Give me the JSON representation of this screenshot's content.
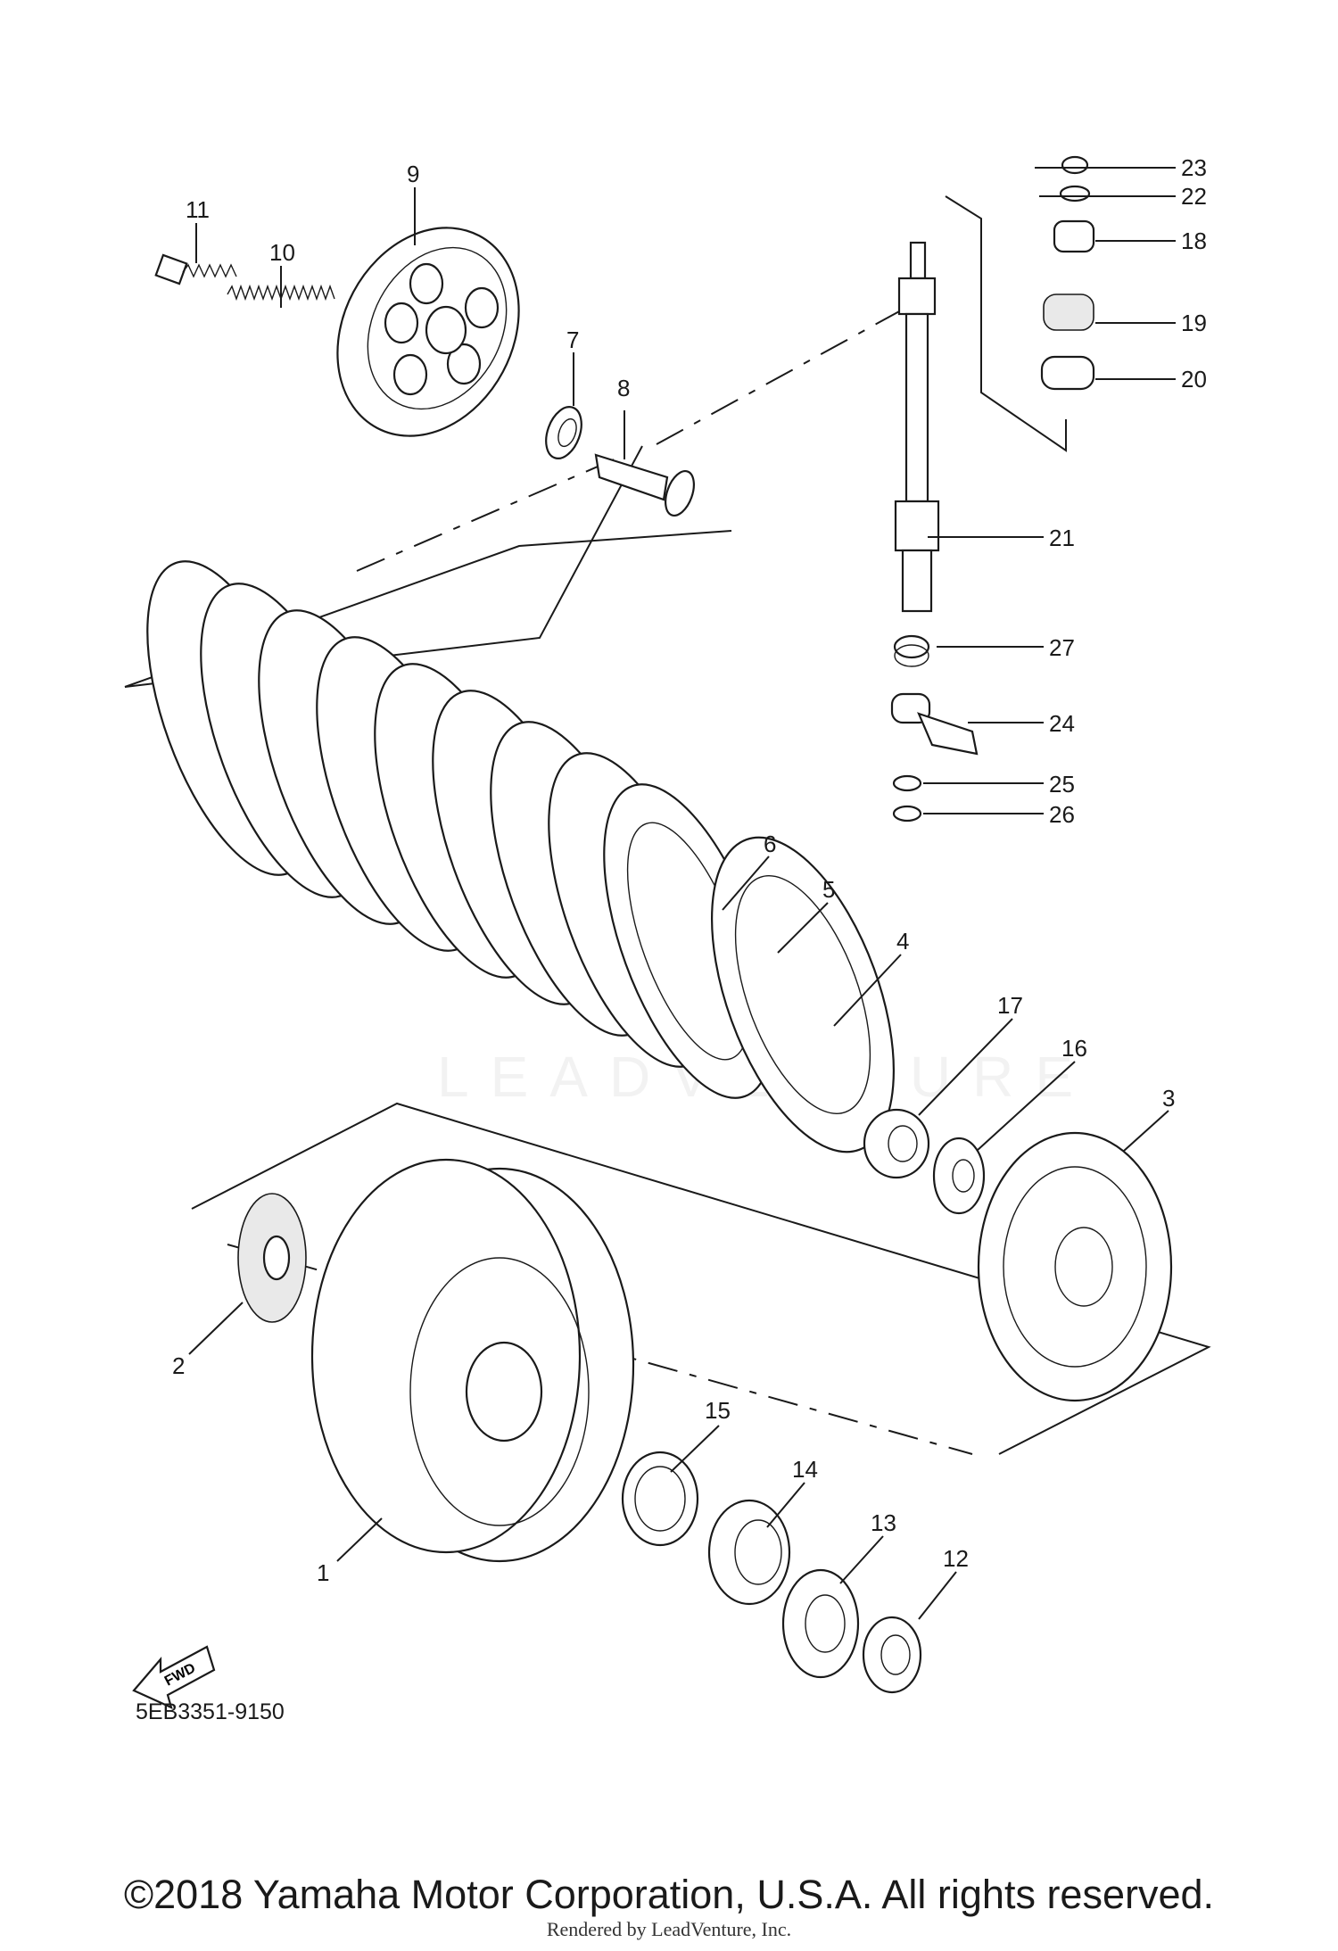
{
  "diagram": {
    "reference_code": "5EB3351-9150",
    "direction_arrow_label": "FWD",
    "watermark": "LEADVENTURE",
    "callouts": [
      "1",
      "2",
      "3",
      "4",
      "5",
      "6",
      "7",
      "8",
      "9",
      "10",
      "11",
      "12",
      "13",
      "14",
      "15",
      "16",
      "17",
      "18",
      "19",
      "20",
      "21",
      "22",
      "23",
      "24",
      "25",
      "26",
      "27"
    ]
  },
  "footer": {
    "copyright": "©2018 Yamaha Motor Corporation, U.S.A. All rights reserved.",
    "rendered_by": "Rendered by LeadVenture, Inc."
  }
}
